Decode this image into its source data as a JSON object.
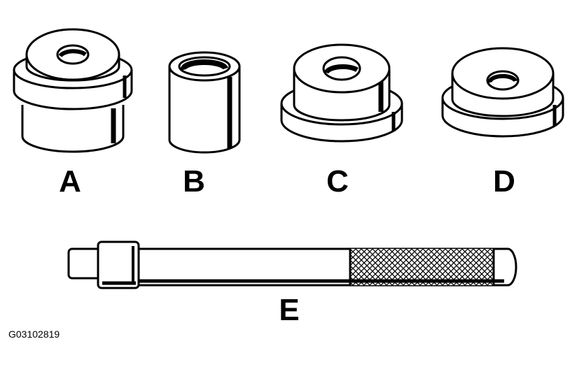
{
  "figure": {
    "figure_id": "G03102819",
    "parts": [
      {
        "key": "a",
        "label": "A",
        "icon": "stepped-bushing-driver-icon"
      },
      {
        "key": "b",
        "label": "B",
        "icon": "sleeve-bushing-icon"
      },
      {
        "key": "c",
        "label": "C",
        "icon": "flanged-driver-icon"
      },
      {
        "key": "d",
        "label": "D",
        "icon": "flanged-receiver-icon"
      },
      {
        "key": "e",
        "label": "E",
        "icon": "knurled-handle-icon"
      }
    ],
    "colors": {
      "ink": "#000000",
      "paper": "#ffffff"
    }
  }
}
